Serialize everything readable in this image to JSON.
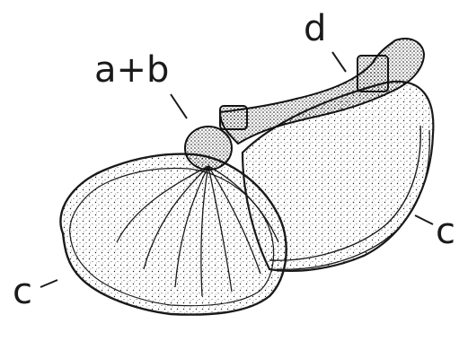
{
  "labels": {
    "a_b": "a+b",
    "d": "d",
    "c_left": "c",
    "c_right": "c"
  },
  "colors": {
    "ink": "#1a1a1a",
    "background": "#ffffff"
  }
}
